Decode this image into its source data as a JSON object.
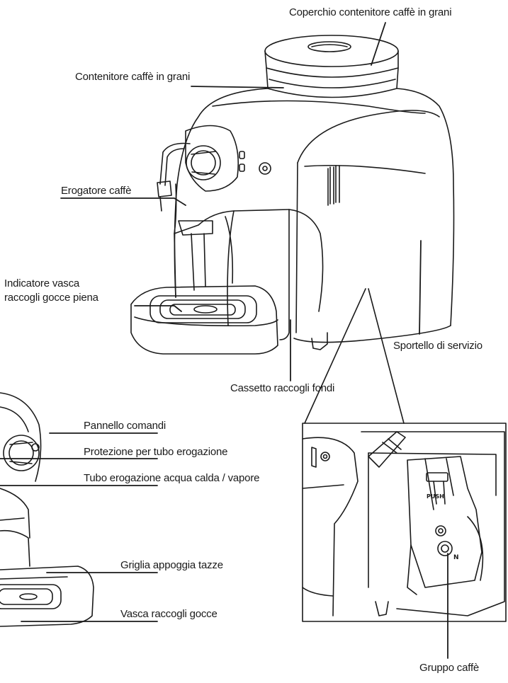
{
  "labels": {
    "bean_lid": "Coperchio contenitore caffè in grani",
    "bean_container": "Contenitore caffè in grani",
    "coffee_spout": "Erogatore caffè",
    "drip_indicator_line1": "Indicatore vasca",
    "drip_indicator_line2": "raccogli gocce piena",
    "service_door": "Sportello di servizio",
    "grounds_drawer": "Cassetto raccogli fondi",
    "control_panel": "Pannello comandi",
    "pipe_protection": "Protezione per tubo erogazione",
    "water_steam_pipe": "Tubo erogazione acqua calda / vapore",
    "cup_grid": "Griglia appoggia tazze",
    "drip_tray": "Vasca raccogli gocce",
    "brew_group": "Gruppo caffè"
  },
  "brew_group_marks": {
    "push": "PUSH",
    "n": "N"
  },
  "colors": {
    "line": "#1a1a1a",
    "background": "#ffffff"
  }
}
